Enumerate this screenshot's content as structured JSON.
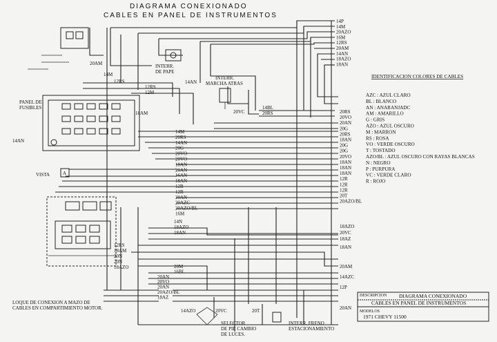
{
  "titles": {
    "line1": "DIAGRAMA CONEXIONADO",
    "line2": "CABLES EN PANEL DE INSTRUMENTOS"
  },
  "labels": {
    "panel_fusibles_1": "PANEL DE",
    "panel_fusibles_2": "FUSIBLES",
    "interr_pape_1": "INTERR.",
    "interr_pape_2": "DE PAPE",
    "marcha_atras_1": "INTERR.",
    "marcha_atras_2": "MARCHA ATRAS",
    "vista": "VISTA",
    "vista_box": "A",
    "bloque_1": "LOQUE DE CONEXION A MAZO DE",
    "bloque_2": "CABLES EN COMPARTIMIENTO MOTOR.",
    "selector_1": "SELECTOR",
    "selector_2": "DE PIE CAMBIO",
    "selector_3": "DE LUCES.",
    "freno_1": "INTERR. FRENO",
    "freno_2": "ESTACIONAMIENTO"
  },
  "legend": {
    "title": "IDENTIFICACION COLORES DE CABLES",
    "items": [
      "AZC : AZUL CLARO",
      "BL : BLANCO",
      "AN : ANARANJADC",
      "AM : AMARILLO",
      "G : GRIS",
      "AZO : AZUL OSCURO",
      "M : MARRON",
      "RS : ROSA",
      "VO : VERDE OSCURO",
      "T : TOSTADO",
      "AZO/BL : AZUL OSCURO CON RAYAS BLANCAS",
      "N : NEGRO",
      "P : PURPURA",
      "VC : VERDE CLARO",
      "R : ROJO"
    ]
  },
  "titleblock": {
    "desc_label": "DESCRIPCION",
    "desc_1": "DIAGRAMA CONEXIONADO",
    "desc_2": "CABLES EN PANEL DE INSTRUMENTOS",
    "model_label": "MODELOS",
    "model": "1971 CHEVY 11500"
  },
  "wires": {
    "top_right": [
      "14P",
      "14M",
      "20AZO",
      "16M",
      "12RS",
      "20AM",
      "14AN",
      "18AZO",
      "18AN"
    ],
    "mid_right": [
      "20RS",
      "20VO",
      "20AN",
      "20G",
      "20RS",
      "18AN",
      "20G",
      "20G",
      "20VO",
      "18AN",
      "18AN",
      "18AN",
      "12R",
      "12R",
      "12R",
      "20T",
      "20AZO/BL"
    ],
    "low_right": [
      "18AZO",
      "20VC",
      "18AZ",
      "18AN",
      "20AM",
      "14AZC",
      "12P",
      "20AN"
    ],
    "center_col": [
      "14M",
      "20RS",
      "14AN",
      "20G",
      "20VO",
      "20VO",
      "18AN",
      "20AN",
      "16AN",
      "18AN",
      "12R",
      "12R",
      "20AN",
      "20AZC",
      "20AZO/BL",
      "16M"
    ],
    "center_low": [
      "14N",
      "18AZO",
      "18AN"
    ],
    "left_low": [
      "12RS",
      "18AM",
      "20N",
      "20N",
      "18AZO"
    ],
    "bottom": [
      "20M",
      "16BL",
      "20AN",
      "20VO",
      "20AN",
      "20AZO/BL",
      "18AZ"
    ],
    "top_misc": [
      "20AM",
      "14M",
      "12RS",
      "12RS",
      "12M",
      "14AN",
      "18AM",
      "14AN",
      "14BL",
      "20RS",
      "20VC",
      "14AZO",
      "20VC",
      "20T"
    ]
  }
}
